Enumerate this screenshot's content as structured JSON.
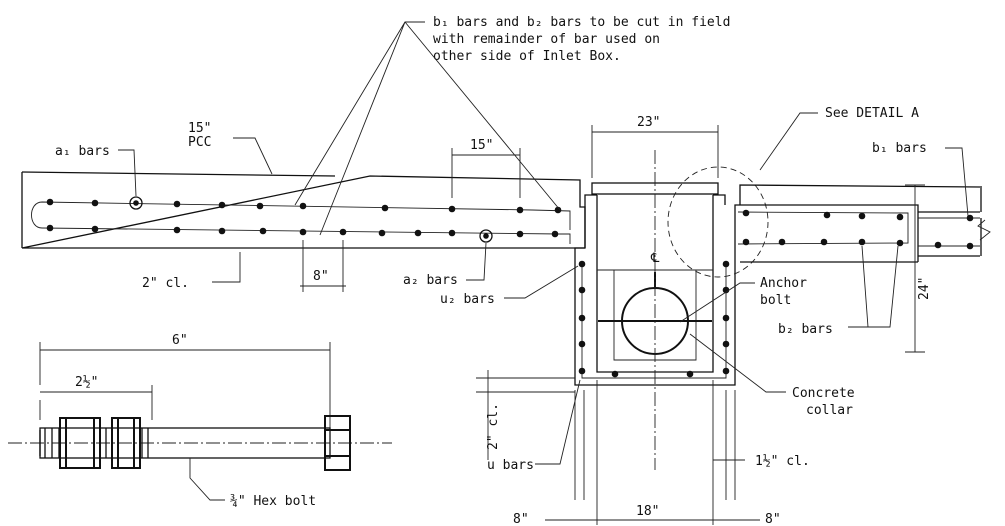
{
  "notes": {
    "cut_note": [
      "b₁ bars and b₂ bars to be cut in field",
      "with remainder of bar used on",
      "other side of Inlet Box."
    ],
    "see_detail": "See DETAIL A"
  },
  "labels": {
    "a1_bars": "a₁ bars",
    "a2_bars": "a₂ bars",
    "b1_bars": "b₁ bars",
    "b2_bars": "b₂ bars",
    "u2_bars": "u₂ bars",
    "u_bars": "u bars",
    "pcc_thickness": "15\"",
    "pcc": "PCC",
    "anchor_bolt": [
      "Anchor",
      "bolt"
    ],
    "concrete_collar": [
      "Concrete",
      "collar"
    ],
    "centerline": "℄",
    "hex_bolt": "¾\" Hex bolt"
  },
  "dimensions": {
    "bar_spacing_top": "15\"",
    "bar_spacing_bottom": "8\"",
    "clear_cover_slab": "2\" cl.",
    "box_top_width": "23\"",
    "box_height": "24\"",
    "clear_cover_base": "2\" cl.",
    "clear_cover_side": "1½\" cl.",
    "inside_width": "18\"",
    "wall_left": "8\"",
    "wall_right": "8\"",
    "bolt_length": "6\"",
    "thread_length": "2½\""
  }
}
